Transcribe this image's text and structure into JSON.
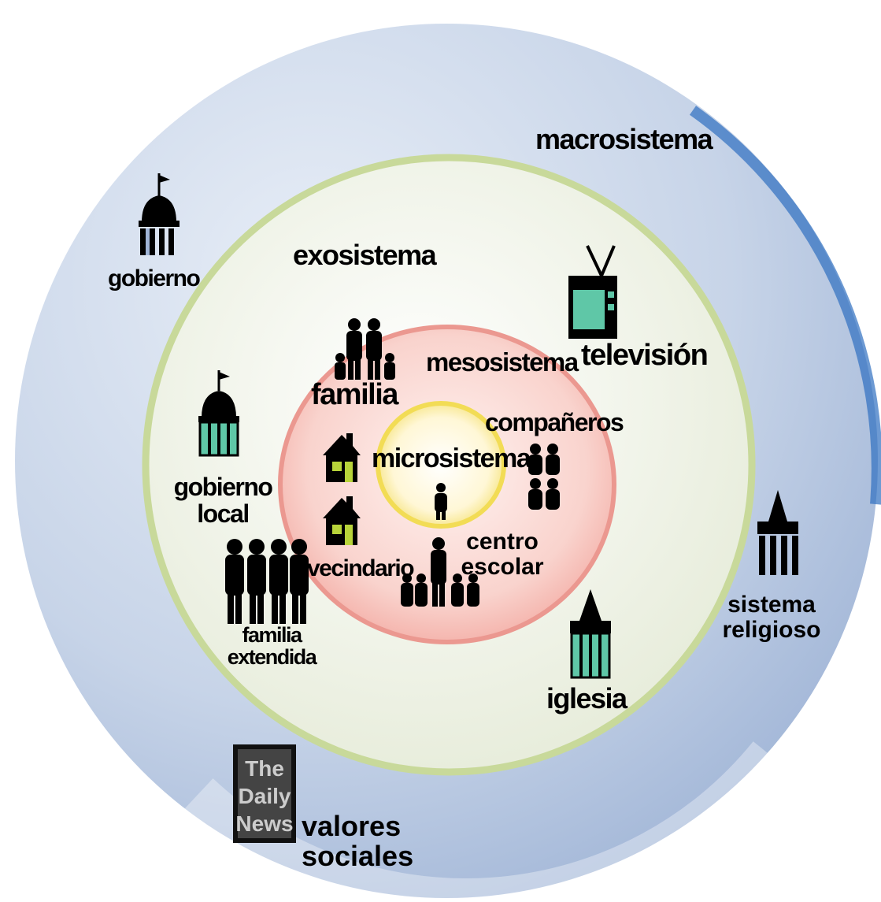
{
  "rings": {
    "macro_label": "macrosistema",
    "exo_label": "exosistema",
    "meso_label": "mesosistema",
    "micro_label": "microsistema"
  },
  "items": {
    "gobierno": "gobierno",
    "television": "televisión",
    "familia": "familia",
    "companeros": "compañeros",
    "gobierno_local_1": "gobierno",
    "gobierno_local_2": "local",
    "vecindario": "vecindario",
    "centro_escolar_1": "centro",
    "centro_escolar_2": "escolar",
    "familia_extendida_1": "familia",
    "familia_extendida_2": "extendida",
    "sistema_religioso_1": "sistema",
    "sistema_religioso_2": "religioso",
    "iglesia": "iglesia",
    "valores_sociales_1": "valores",
    "valores_sociales_2": "sociales",
    "newspaper_line1": "The",
    "newspaper_line2": "Daily",
    "newspaper_line3": "News"
  },
  "colors": {
    "macro_fill": "#b9c9e0",
    "macro_edge": "#2f6fc0",
    "exo_fill": "#eef2e4",
    "exo_ring": "#c8d99a",
    "meso_fill": "#f6c9c4",
    "meso_ring": "#e8837c",
    "micro_ring": "#f0de5a",
    "icon_teal": "#5fc7a7",
    "icon_green": "#b8d43a"
  },
  "icons": [
    "government-building-icon",
    "television-icon",
    "family-icon",
    "house-icon",
    "school-icon",
    "people-icon",
    "church-icon",
    "newspaper-icon",
    "person-icon"
  ]
}
